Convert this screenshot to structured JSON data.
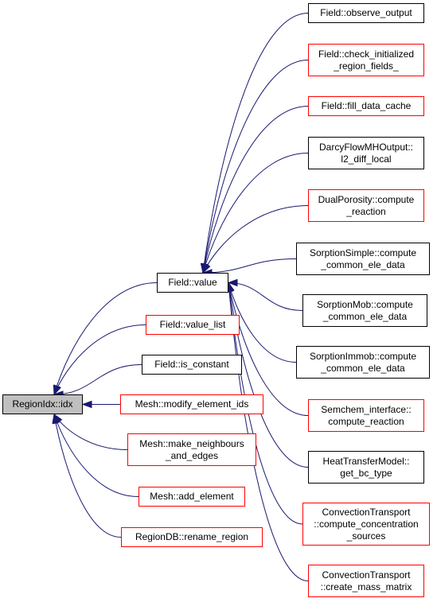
{
  "diagram": {
    "edge_color": "#191970",
    "root": {
      "id": "regionidx-idx",
      "label": "RegionIdx::idx"
    },
    "nodes": [
      {
        "id": "field-value",
        "label": "Field::value",
        "border": "black"
      },
      {
        "id": "field-value-list",
        "label": "Field::value_list",
        "border": "red"
      },
      {
        "id": "field-is-constant",
        "label": "Field::is_constant",
        "border": "black"
      },
      {
        "id": "mesh-modify-element-ids",
        "label": "Mesh::modify_element_ids",
        "border": "red"
      },
      {
        "id": "mesh-make-neighbours",
        "label": "Mesh::make_neighbours\n_and_edges",
        "border": "red"
      },
      {
        "id": "mesh-add-element",
        "label": "Mesh::add_element",
        "border": "red"
      },
      {
        "id": "regiondb-rename-region",
        "label": "RegionDB::rename_region",
        "border": "red"
      },
      {
        "id": "field-observe-output",
        "label": "Field::observe_output",
        "border": "black"
      },
      {
        "id": "field-check-initialized",
        "label": "Field::check_initialized\n_region_fields_",
        "border": "red"
      },
      {
        "id": "field-fill-data-cache",
        "label": "Field::fill_data_cache",
        "border": "red"
      },
      {
        "id": "darcyflow-l2-diff-local",
        "label": "DarcyFlowMHOutput::\nl2_diff_local",
        "border": "black"
      },
      {
        "id": "dualporosity-compute-reaction",
        "label": "DualPorosity::compute\n_reaction",
        "border": "red"
      },
      {
        "id": "sorptionsimple-compute",
        "label": "SorptionSimple::compute\n_common_ele_data",
        "border": "black"
      },
      {
        "id": "sorptionmob-compute",
        "label": "SorptionMob::compute\n_common_ele_data",
        "border": "black"
      },
      {
        "id": "sorptionimmob-compute",
        "label": "SorptionImmob::compute\n_common_ele_data",
        "border": "black"
      },
      {
        "id": "semchem-compute-reaction",
        "label": "Semchem_interface::\ncompute_reaction",
        "border": "red"
      },
      {
        "id": "heattransfer-get-bc-type",
        "label": "HeatTransferModel::\nget_bc_type",
        "border": "black"
      },
      {
        "id": "convection-compute-concentration-sources",
        "label": "ConvectionTransport\n::compute_concentration\n_sources",
        "border": "red"
      },
      {
        "id": "convection-create-mass-matrix",
        "label": "ConvectionTransport\n::create_mass_matrix",
        "border": "red"
      }
    ],
    "edges": [
      {
        "from": "field-value",
        "to": "regionidx-idx"
      },
      {
        "from": "field-value-list",
        "to": "regionidx-idx"
      },
      {
        "from": "field-is-constant",
        "to": "regionidx-idx"
      },
      {
        "from": "mesh-modify-element-ids",
        "to": "regionidx-idx"
      },
      {
        "from": "mesh-make-neighbours",
        "to": "regionidx-idx"
      },
      {
        "from": "mesh-add-element",
        "to": "regionidx-idx"
      },
      {
        "from": "regiondb-rename-region",
        "to": "regionidx-idx"
      },
      {
        "from": "field-observe-output",
        "to": "field-value"
      },
      {
        "from": "field-check-initialized",
        "to": "field-value"
      },
      {
        "from": "field-fill-data-cache",
        "to": "field-value"
      },
      {
        "from": "darcyflow-l2-diff-local",
        "to": "field-value"
      },
      {
        "from": "dualporosity-compute-reaction",
        "to": "field-value"
      },
      {
        "from": "sorptionsimple-compute",
        "to": "field-value"
      },
      {
        "from": "sorptionmob-compute",
        "to": "field-value"
      },
      {
        "from": "sorptionimmob-compute",
        "to": "field-value"
      },
      {
        "from": "semchem-compute-reaction",
        "to": "field-value"
      },
      {
        "from": "heattransfer-get-bc-type",
        "to": "field-value"
      },
      {
        "from": "convection-compute-concentration-sources",
        "to": "field-value"
      },
      {
        "from": "convection-create-mass-matrix",
        "to": "field-value"
      }
    ]
  }
}
